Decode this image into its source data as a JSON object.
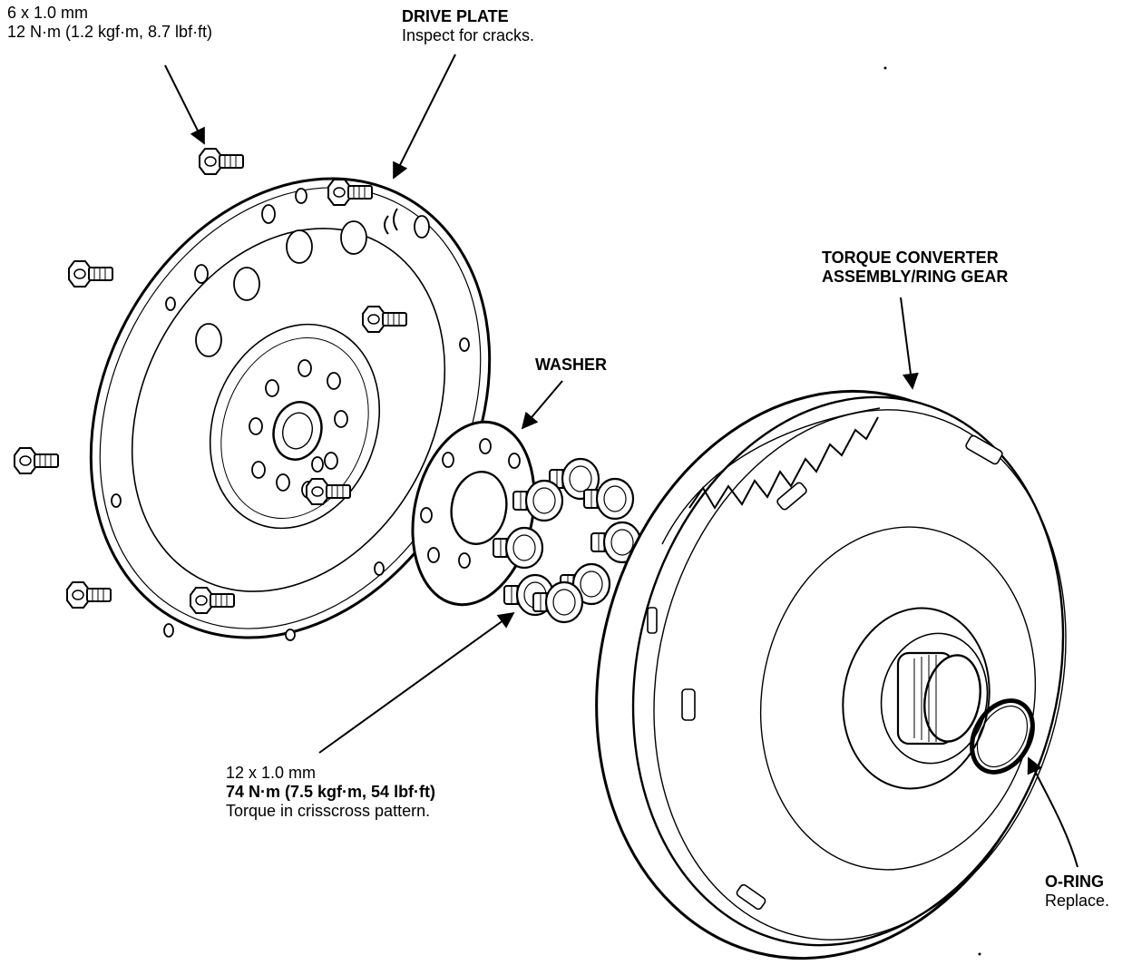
{
  "labels": {
    "small_bolt": {
      "size": "6 x 1.0 mm",
      "torque": "12 N·m (1.2 kgf·m, 8.7 lbf·ft)"
    },
    "drive_plate": {
      "title": "DRIVE PLATE",
      "note": "Inspect for cracks."
    },
    "torque_converter": {
      "line1": "TORQUE CONVERTER",
      "line2": "ASSEMBLY/RING GEAR"
    },
    "washer": {
      "title": "WASHER"
    },
    "large_bolt": {
      "size": "12 x 1.0 mm",
      "torque": "74 N·m (7.5 kgf·m, 54 lbf·ft)",
      "note": "Torque in crisscross pattern."
    },
    "o_ring": {
      "title": "O-RING",
      "note": "Replace."
    }
  }
}
